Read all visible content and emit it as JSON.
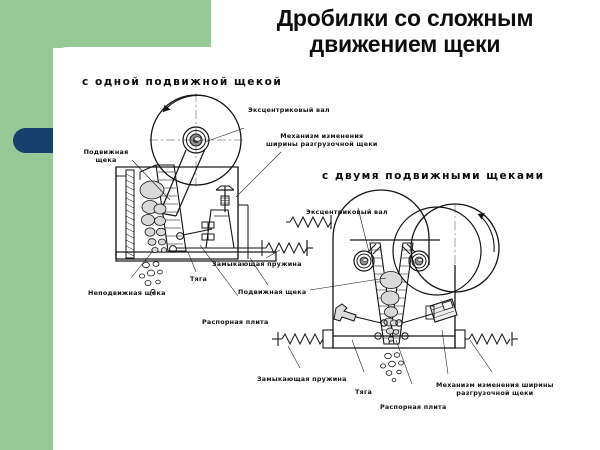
{
  "slide": {
    "title_line1": "Дробилки со сложным",
    "title_line2": "движением щеки"
  },
  "theme": {
    "green": "#96c996",
    "blue_accent": "#18406e",
    "ink": "#111111",
    "panel": "#ffffff"
  },
  "diagram_single": {
    "heading": "с одной подвижной щекой",
    "labels": {
      "eccentric_shaft": "Эксцентриковый вал",
      "discharge_adjust": "Механизм изменения\nширины разгрузочной щеки",
      "movable_jaw_top": "Подвижная\nщека",
      "fixed_jaw": "Неподвижная щека",
      "tie_rod": "Тяга",
      "closing_spring": "Замыкающая пружина",
      "movable_jaw_bottom": "Подвижная щека",
      "toggle_plate": "Распорная плита"
    }
  },
  "diagram_double": {
    "heading": "с двумя подвижными щеками",
    "labels": {
      "eccentric_shaft": "Эксцентриковый вал",
      "closing_spring": "Замыкающая пружина",
      "tie_rod": "Тяга",
      "toggle_plate": "Распорная плита",
      "discharge_adjust": "Механизм изменения ширины\nразгрузочной щеки"
    }
  }
}
